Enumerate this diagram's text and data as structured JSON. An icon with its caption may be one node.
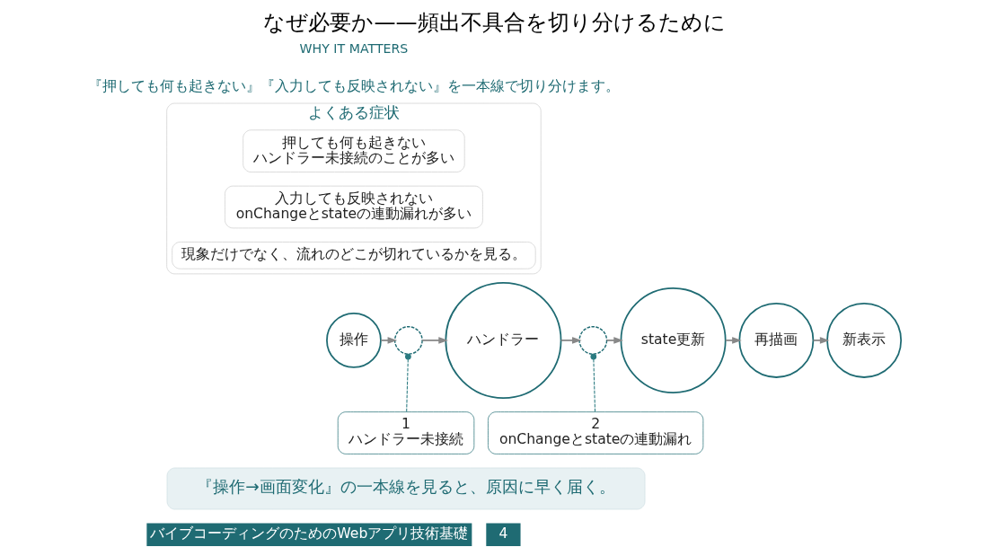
{
  "diagram": {
    "title": "なぜ必要か——頻出不具合を切り分けるために",
    "nodes": [
      {
        "text": [
          "よくある症状"
        ]
      },
      {
        "text": [
          "押しても何も起きない",
          "ハンドラー未接続のことが多い"
        ],
        "in": 0
      },
      {
        "text": [
          "入力しても反映されない",
          "onChangeとstateの連動漏れが多い"
        ],
        "in": 0
      },
      {
        "text": [
          "現象だけでなく、流れのどこが切れているかを見る。"
        ],
        "in": 0
      },
      {
        "text": [
          "操作"
        ]
      },
      {
        "text": [],
        "shape": "circle"
      },
      {
        "text": [
          "ハンドラー"
        ]
      },
      {
        "text": [],
        "shape": "circle"
      },
      {
        "text": [
          "state更新"
        ]
      },
      {
        "text": [
          "再描画"
        ]
      },
      {
        "text": [
          "新表示"
        ]
      },
      {
        "text": [
          "1",
          "ハンドラー未接続"
        ]
      },
      {
        "text": [
          "2",
          "onChangeとstateの連動漏れ"
        ]
      },
      {
        "text": [
          "『操作→画面変化』の一本線を見ると、原因に早く届く。"
        ]
      }
    ],
    "edges": [
      {
        "from": 4,
        "to": 5,
        "arrow": "to"
      },
      {
        "from": 5,
        "to": 6,
        "arrow": "to"
      },
      {
        "from": 6,
        "to": 7,
        "arrow": "to"
      },
      {
        "from": 7,
        "to": 8,
        "arrow": "to"
      },
      {
        "from": 8,
        "to": 9,
        "arrow": "to"
      },
      {
        "from": 9,
        "to": 10,
        "arrow": "to"
      },
      {
        "from": 5,
        "to": 11,
        "arrow": "other",
        "style": "dashed",
        "color": "#2a7a80"
      },
      {
        "from": 7,
        "to": 12,
        "arrow": "other",
        "style": "dashed",
        "color": "#2a7a80"
      }
    ],
    "labels": [
      "WHY IT MATTERS",
      "『押しても何も起きない』『入力しても反映されない』を一本線で切り分けます。",
      "バイブコーディングのためのWebアプリ技術基礎",
      "4"
    ]
  }
}
